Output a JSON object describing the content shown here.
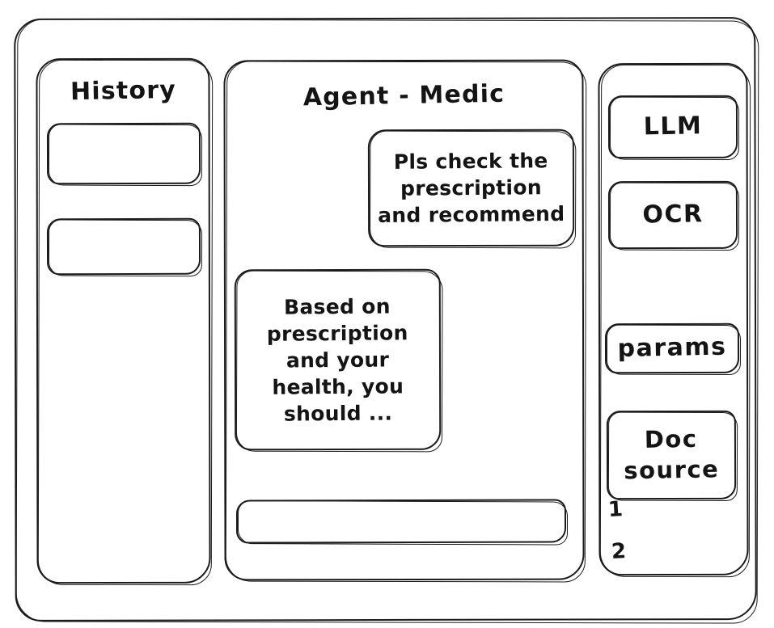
{
  "window": {
    "name": "agent-medic-wireframe"
  },
  "history": {
    "title": "History",
    "items": [
      {
        "label": ""
      },
      {
        "label": ""
      }
    ]
  },
  "main": {
    "title": "Agent - Medic",
    "messages": [
      {
        "role": "user",
        "lines": [
          "Pls check the",
          "prescription",
          "and recommend"
        ]
      },
      {
        "role": "assistant",
        "lines": [
          "Based on",
          "prescription",
          "and your",
          "health, you",
          "should ..."
        ]
      }
    ],
    "composer": {
      "value": "",
      "placeholder": ""
    }
  },
  "tools": {
    "buttons": [
      {
        "label": "LLM"
      },
      {
        "label": "OCR"
      },
      {
        "label": "params"
      }
    ],
    "doc_source": {
      "label_line_1": "Doc",
      "label_line_2": "source",
      "items": [
        "1",
        "2"
      ]
    }
  },
  "colors": {
    "ink": "#141414",
    "paper": "#ffffff"
  }
}
